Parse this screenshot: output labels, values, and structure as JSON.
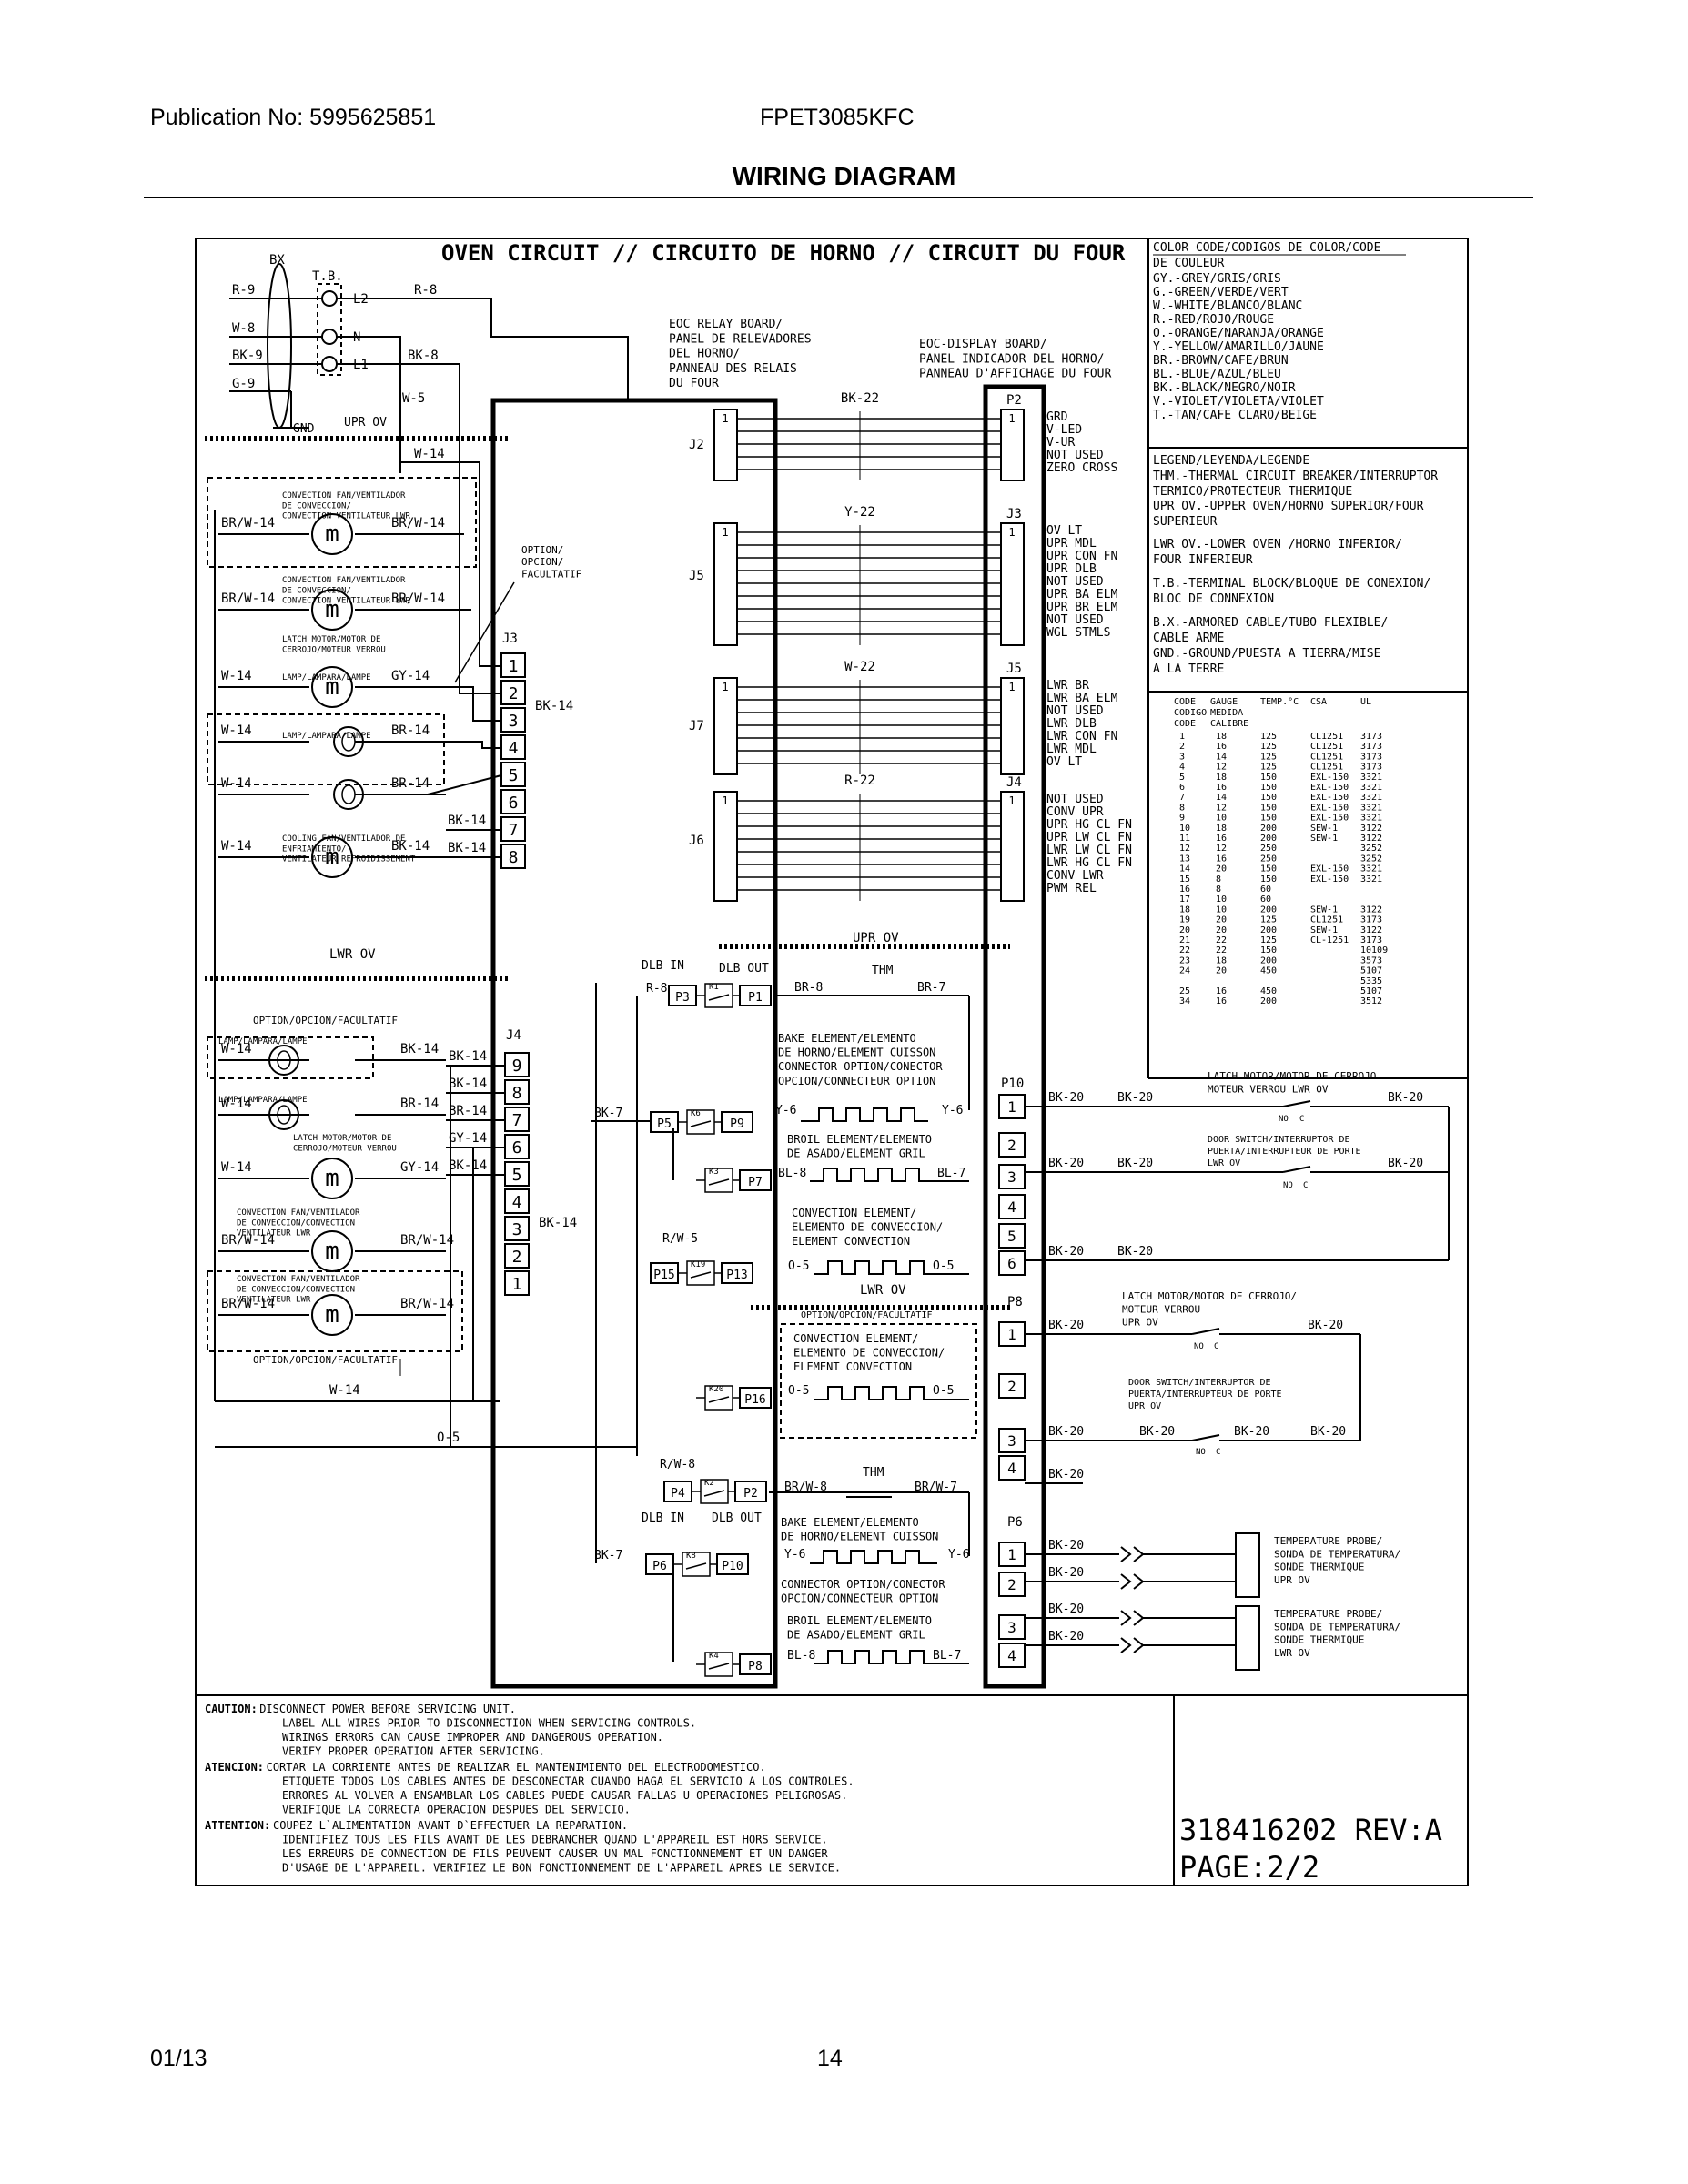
{
  "header": {
    "publication": "Publication No: 5995625851",
    "model": "FPET3085KFC",
    "title": "WIRING DIAGRAM"
  },
  "footer": {
    "date": "01/13",
    "page": "14"
  },
  "diagram": {
    "main_title": "OVEN CIRCUIT // CIRCUITO DE HORNO // CIRCUIT DU FOUR",
    "supply": {
      "bx": "BX",
      "tb": "T.B.",
      "gnd": "GND",
      "upr_ov": "UPR OV",
      "terminals": [
        "L2",
        "N",
        "L1"
      ],
      "wires": [
        "R-9",
        "W-8",
        "BK-9",
        "G-9",
        "R-8",
        "BK-8",
        "W-5",
        "W-14"
      ]
    },
    "upper_loads": [
      {
        "label": "CONVECTION FAN/VENTILADOR\nDE CONVECCION/\nCONVECTION VENTILATEUR LWR",
        "left": "BR/W-14",
        "right": "BR/W-14",
        "sym": "motor"
      },
      {
        "label": "CONVECTION FAN/VENTILADOR\nDE CONVECCION/\nCONVECTION VENTILATEUR LWR",
        "left": "BR/W-14",
        "right": "BR/W-14",
        "sym": "motor"
      },
      {
        "label": "LATCH MOTOR/MOTOR DE\nCERROJO/MOTEUR VERROU",
        "left": "W-14",
        "right": "GY-14",
        "sym": "motor"
      },
      {
        "label": "LAMP/LAMPARA/LAMPE",
        "left": "W-14",
        "right": "BR-14",
        "sym": "lamp"
      },
      {
        "label": "LAMP/LAMPARA/LAMPE",
        "left": "W-14",
        "right": "BR-14",
        "sym": "lamp"
      },
      {
        "label": "COOLING FAN/VENTILADOR DE\nENFRIAMIENTO/\nVENTILATEUR REFROIDISSEMENT",
        "left": "W-14",
        "right": "BK-14",
        "sym": "motor"
      }
    ],
    "option_label": "OPTION/\nOPCION/\nFACULTATIF",
    "lwr_ov": "LWR OV",
    "lower_loads": [
      {
        "label": "LAMP/LAMPARA/LAMPE",
        "left": "W-14",
        "right": "BK-14",
        "sym": "lamp"
      },
      {
        "label": "LAMP/LAMPARA/LAMPE",
        "left": "W-14",
        "right": "BR-14",
        "sym": "lamp"
      },
      {
        "label": "LATCH MOTOR/MOTOR DE\nCERROJO/MOTEUR VERROU",
        "left": "W-14",
        "right": "GY-14",
        "sym": "motor"
      },
      {
        "label": "CONVECTION FAN/VENTILADOR\nDE CONVECCION/CONVECTION\nVENTILATEUR LWR",
        "left": "BR/W-14",
        "right": "BR/W-14",
        "sym": "motor"
      },
      {
        "label": "CONVECTION FAN/VENTILADOR\nDE CONVECCION/CONVECTION\nVENTILATEUR LWR",
        "left": "BR/W-14",
        "right": "BR/W-14",
        "sym": "motor"
      }
    ],
    "option_faculatif": "OPTION/OPCION/FACULTATIF",
    "bottom_wires": [
      "W-14",
      "O-5"
    ],
    "j3": {
      "name": "J3",
      "pins": [
        "1",
        "2",
        "3",
        "4",
        "5",
        "6",
        "7",
        "8"
      ],
      "wires": [
        "BK-14",
        "BK-14",
        "BK-14"
      ]
    },
    "j4": {
      "name": "J4",
      "pins": [
        "9",
        "8",
        "7",
        "6",
        "5",
        "4",
        "3",
        "2",
        "1"
      ],
      "wires": [
        "BK-14",
        "BK-14",
        "BR-14",
        "GY-14",
        "BK-14"
      ]
    },
    "relay_board": "EOC RELAY BOARD/\nPANEL DE RELEVADORES\nDEL HORNO/\nPANNEAU DES RELAIS\nDU FOUR",
    "display_board": "EOC-DISPLAY BOARD/\nPANEL INDICADOR DEL HORNO/\nPANNEAU D'AFFICHAGE DU FOUR",
    "ribbons": [
      {
        "left": "J2",
        "right": "P2",
        "wire": "BK-22",
        "signals": [
          "GRD",
          "V-LED",
          "V-UR",
          "NOT USED",
          "ZERO CROSS"
        ]
      },
      {
        "left": "J5",
        "right": "J3",
        "wire": "Y-22",
        "signals": [
          "OV LT",
          "UPR MDL",
          "UPR CON FN",
          "UPR DLB",
          "NOT USED",
          "UPR BA ELM",
          "UPR BR ELM",
          "NOT USED",
          "WGL STMLS"
        ]
      },
      {
        "left": "J7",
        "right": "J5",
        "wire": "W-22",
        "signals": [
          "LWR BR",
          "LWR BA ELM",
          "NOT USED",
          "LWR DLB",
          "LWR CON FN",
          "LWR MDL",
          "OV LT"
        ]
      },
      {
        "left": "J6",
        "right": "J4",
        "wire": "R-22",
        "signals": [
          "NOT USED",
          "CONV UPR",
          "UPR HG CL FN",
          "UPR LW CL FN",
          "LWR LW CL FN",
          "LWR HG CL FN",
          "CONV LWR",
          "PWM REL"
        ]
      }
    ],
    "upr_ov_label": "UPR OV",
    "relays_upper": {
      "dlb_in": "DLB IN",
      "dlb_out": "DLB OUT",
      "r8": "R-8",
      "thm": "THM",
      "br8": "BR-8",
      "br7": "BR-7",
      "bake": "BAKE ELEMENT/ELEMENTO\nDE HORNO/ELEMENT CUISSON\nCONNECTOR OPTION/CONECTOR\nOPCION/CONNECTEUR OPTION",
      "broil": "BROIL ELEMENT/ELEMENTO\nDE ASADO/ELEMENT GRIL",
      "conv": "CONVECTION ELEMENT/\nELEMENTO DE CONVECCION/\nELEMENT CONVECTION",
      "bk7": "BK-7",
      "y6": "Y-6",
      "bl8": "BL-8",
      "bl7": "BL-7",
      "rw5": "R/W-5",
      "o5": "O-5",
      "relays": [
        [
          "P3",
          "K1",
          "P1"
        ],
        [
          "P5",
          "K6",
          "P9"
        ],
        [
          "K3",
          "P7"
        ],
        [
          "P15",
          "K19",
          "P13"
        ]
      ]
    },
    "lwr_ov_label": "LWR OV",
    "option_conv": "OPTION/OPCION/FACULTATIF",
    "conv_lower": "CONVECTION ELEMENT/\nELEMENTO DE CONVECCION/\nELEMENT CONVECTION",
    "relay_k20": [
      "K20",
      "P16"
    ],
    "relays_lower": {
      "rw8": "R/W-8",
      "brw8": "BR/W-8",
      "brw7": "BR/W-7",
      "thm": "THM",
      "dlb_in": "DLB IN",
      "dlb_out": "DLB OUT",
      "bake": "BAKE ELEMENT/ELEMENTO\nDE HORNO/ELEMENT CUISSON",
      "conn": "CONNECTOR OPTION/CONECTOR\nOPCION/CONNECTEUR OPTION",
      "broil": "BROIL ELEMENT/ELEMENTO\nDE ASADO/ELEMENT GRIL",
      "bk7": "BK-7",
      "y6": "Y-6",
      "bl8": "BL-8",
      "bl7": "BL-7",
      "relays": [
        [
          "P4",
          "K2",
          "P2"
        ],
        [
          "P6",
          "K8",
          "P10"
        ],
        [
          "K4",
          "P8"
        ]
      ]
    },
    "p10": {
      "name": "P10",
      "pins": [
        "1",
        "2",
        "3",
        "4",
        "5",
        "6"
      ]
    },
    "p8": {
      "name": "P8",
      "pins": [
        "1",
        "2",
        "3",
        "4"
      ]
    },
    "p6": {
      "name": "P6",
      "pins": [
        "1",
        "2",
        "3",
        "4"
      ]
    },
    "bk20": "BK-20",
    "switches": {
      "latch_upper": "LATCH MOTOR/MOTOR DE CERROJO\nMOTEUR VERROU LWR OV",
      "door_upper": "DOOR SWITCH/INTERRUPTOR DE\nPUERTA/INTERRUPTEUR DE PORTE\nLWR OV",
      "latch_lower": "LATCH MOTOR/MOTOR DE CERROJO/\nMOTEUR VERROU\nUPR OV",
      "door_lower": "DOOR SWITCH/INTERRUPTOR DE\nPUERTA/INTERRUPTEUR DE PORTE\nUPR OV",
      "no": "NO",
      "c": "C"
    },
    "probes": [
      "TEMPERATURE PROBE/\nSONDA DE TEMPERATURA/\nSONDE THERMIQUE\nUPR OV",
      "TEMPERATURE PROBE/\nSONDA DE TEMPERATURA/\nSONDE THERMIQUE\nLWR OV"
    ],
    "color_code": {
      "title": "COLOR CODE/CODIGOS DE COLOR/CODE\nDE COULEUR",
      "items": [
        "GY.-GREY/GRIS/GRIS",
        "G.-GREEN/VERDE/VERT",
        "W.-WHITE/BLANCO/BLANC",
        "R.-RED/ROJO/ROUGE",
        "O.-ORANGE/NARANJA/ORANGE",
        "Y.-YELLOW/AMARILLO/JAUNE",
        "BR.-BROWN/CAFE/BRUN",
        "BL.-BLUE/AZUL/BLEU",
        "BK.-BLACK/NEGRO/NOIR",
        "V.-VIOLET/VIOLETA/VIOLET",
        "T.-TAN/CAFE CLARO/BEIGE"
      ]
    },
    "legend": {
      "title": "LEGEND/LEYENDA/LEGENDE",
      "items": [
        "THM.-THERMAL CIRCUIT BREAKER/INTERRUPTOR\nTERMICO/PROTECTEUR THERMIQUE",
        "UPR OV.-UPPER OVEN/HORNO SUPERIOR/FOUR\n        SUPERIEUR",
        "LWR OV.-LOWER OVEN /HORNO INFERIOR/\n        FOUR INFERIEUR",
        "T.B.-TERMINAL BLOCK/BLOQUE DE CONEXION/\nBLOC DE CONNEXION",
        "B.X.-ARMORED CABLE/TUBO FLEXIBLE/\n     CABLE ARME",
        "GND.-GROUND/PUESTA A TIERRA/MISE\n     A LA TERRE"
      ]
    },
    "gauge_table": {
      "headers": [
        "CODE\nCODIGO\nCODE",
        "GAUGE\nMEDIDA\nCALIBRE",
        "TEMP.°C",
        "CSA",
        "UL"
      ],
      "rows": [
        [
          "1",
          "18",
          "125",
          "CL1251",
          "3173"
        ],
        [
          "2",
          "16",
          "125",
          "CL1251",
          "3173"
        ],
        [
          "3",
          "14",
          "125",
          "CL1251",
          "3173"
        ],
        [
          "4",
          "12",
          "125",
          "CL1251",
          "3173"
        ],
        [
          "5",
          "18",
          "150",
          "EXL-150",
          "3321"
        ],
        [
          "6",
          "16",
          "150",
          "EXL-150",
          "3321"
        ],
        [
          "7",
          "14",
          "150",
          "EXL-150",
          "3321"
        ],
        [
          "8",
          "12",
          "150",
          "EXL-150",
          "3321"
        ],
        [
          "9",
          "10",
          "150",
          "EXL-150",
          "3321"
        ],
        [
          "10",
          "18",
          "200",
          "SEW-1",
          "3122"
        ],
        [
          "11",
          "16",
          "200",
          "SEW-1",
          "3122"
        ],
        [
          "12",
          "12",
          "250",
          "",
          "3252"
        ],
        [
          "13",
          "16",
          "250",
          "",
          "3252"
        ],
        [
          "14",
          "20",
          "150",
          "EXL-150",
          "3321"
        ],
        [
          "15",
          "8",
          "150",
          "EXL-150",
          "3321"
        ],
        [
          "16",
          "8",
          "60",
          "",
          ""
        ],
        [
          "17",
          "10",
          "60",
          "",
          ""
        ],
        [
          "18",
          "10",
          "200",
          "SEW-1",
          "3122"
        ],
        [
          "19",
          "20",
          "125",
          "CL1251",
          "3173"
        ],
        [
          "20",
          "20",
          "200",
          "SEW-1",
          "3122"
        ],
        [
          "21",
          "22",
          "125",
          "CL-1251",
          "3173"
        ],
        [
          "22",
          "22",
          "150",
          "",
          "10109"
        ],
        [
          "23",
          "18",
          "200",
          "",
          "3573"
        ],
        [
          "24",
          "20",
          "450",
          "",
          "5107"
        ],
        [
          "",
          "",
          "",
          "",
          "5335"
        ],
        [
          "25",
          "16",
          "450",
          "",
          "5107"
        ],
        [
          "34",
          "16",
          "200",
          "",
          "3512"
        ]
      ]
    },
    "caution": [
      {
        "tag": "CAUTION:",
        "lines": [
          "DISCONNECT POWER BEFORE SERVICING UNIT.",
          "LABEL ALL WIRES PRIOR TO DISCONNECTION WHEN SERVICING CONTROLS.",
          "WIRINGS ERRORS CAN CAUSE IMPROPER AND DANGEROUS OPERATION.",
          "VERIFY PROPER OPERATION AFTER SERVICING."
        ]
      },
      {
        "tag": "ATENCION:",
        "lines": [
          "CORTAR LA CORRIENTE ANTES DE REALIZAR EL MANTENIMIENTO DEL ELECTRODOMESTICO.",
          "ETIQUETE TODOS LOS CABLES ANTES DE DESCONECTAR CUANDO HAGA EL SERVICIO A LOS CONTROLES.",
          "ERRORES AL VOLVER A ENSAMBLAR LOS CABLES PUEDE CAUSAR FALLAS U OPERACIONES PELIGROSAS.",
          "VERIFIQUE LA CORRECTA OPERACION DESPUES DEL SERVICIO."
        ]
      },
      {
        "tag": "ATTENTION:",
        "lines": [
          "COUPEZ L`ALIMENTATION AVANT D`EFFECTUER LA REPARATION.",
          "IDENTIFIEZ TOUS LES FILS AVANT DE LES DEBRANCHER QUAND L'APPAREIL EST HORS SERVICE.",
          "LES ERREURS DE CONNECTION DE FILS PEUVENT CAUSER UN MAL FONCTIONNEMENT ET UN DANGER",
          "D'USAGE DE L'APPAREIL. VERIFIEZ LE BON FONCTIONNEMENT DE L'APPAREIL APRES LE SERVICE."
        ]
      }
    ],
    "part_number": "318416202 REV:A",
    "page_label": "PAGE:2/2"
  }
}
